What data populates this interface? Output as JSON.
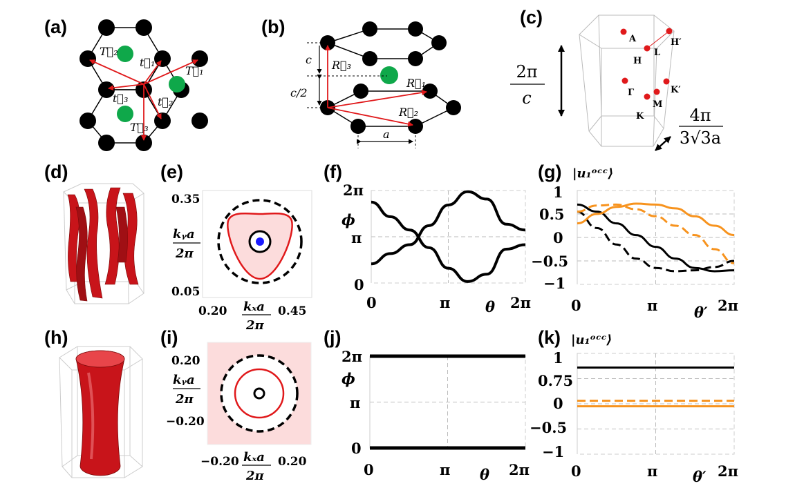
{
  "panel_labels": {
    "a": "(a)",
    "b": "(b)",
    "c": "(c)",
    "d": "(d)",
    "e": "(e)",
    "f": "(f)",
    "g": "(g)",
    "h": "(h)",
    "i": "(i)",
    "j": "(j)",
    "k": "(k)"
  },
  "panel_a": {
    "vectors": [
      "T⃗₂",
      "t⃗₁",
      "T⃗₁",
      "t⃗₃",
      "t⃗₂",
      "T⃗₃"
    ]
  },
  "panel_b": {
    "vectors": [
      "R⃗₃",
      "R⃗₁",
      "R⃗₂"
    ],
    "dim_c": "c",
    "dim_c_half": "c/2",
    "dim_a": "a"
  },
  "panel_c": {
    "points": [
      "A",
      "H′",
      "L",
      "H",
      "Γ",
      "K′",
      "M",
      "K"
    ],
    "height_num": "2π",
    "height_den": "c",
    "width_num": "4π",
    "width_den": "3√3a"
  },
  "panel_e": {
    "ytick_top": "0.35",
    "ytick_bottom": "0.05",
    "xtick_left": "0.20",
    "xtick_right": "0.45",
    "ylabel_num": "kᵧa",
    "ylabel_den": "2π",
    "xlabel_num": "kₓa",
    "xlabel_den": "2π"
  },
  "panel_i": {
    "ytick_top": "0.20",
    "ytick_bottom": "−0.20",
    "xtick_left": "−0.20",
    "xtick_right": "0.20",
    "ylabel_num": "kᵧa",
    "ylabel_den": "2π",
    "xlabel_num": "kₓa",
    "xlabel_den": "2π"
  },
  "panel_f": {
    "yticks": [
      "2π",
      "π",
      "0"
    ],
    "xticks": [
      "0",
      "π",
      "2π"
    ],
    "ylabel": "ϕ",
    "xlabel": "θ"
  },
  "panel_j": {
    "yticks": [
      "2π",
      "π",
      "0"
    ],
    "xticks": [
      "0",
      "π",
      "2π"
    ],
    "ylabel": "ϕ",
    "xlabel": "θ"
  },
  "panel_g": {
    "title": "|u₁ᵒᶜᶜ⟩",
    "yticks": [
      "1",
      "0.5",
      "0",
      "−0.5",
      "−1"
    ],
    "xticks": [
      "0",
      "π",
      "2π"
    ],
    "xlabel": "θ′"
  },
  "panel_k": {
    "title": "|u₁ᵒᶜᶜ⟩",
    "yticks": [
      "1",
      "0.75",
      "0",
      "−0.5",
      "−1"
    ],
    "xticks": [
      "0",
      "π",
      "2π"
    ],
    "xlabel": "θ′"
  },
  "colors": {
    "black": "#000000",
    "red": "#e0191b",
    "green": "#0fa84a",
    "orange": "#f7931e",
    "blue": "#1a1aff",
    "pink": "#fcdcdc",
    "darkred": "#b01010"
  },
  "chart_data": [
    {
      "type": "line",
      "panel": "f",
      "xlim": [
        0,
        6.283
      ],
      "ylim": [
        0,
        6.283
      ],
      "x": [
        0,
        0.785,
        1.571,
        2.356,
        3.142,
        3.927,
        4.712,
        5.498,
        6.283
      ],
      "series": [
        {
          "values": [
            5.5,
            4.5,
            3.6,
            2.4,
            1.0,
            0.1,
            0.6,
            2.3,
            2.6
          ]
        },
        {
          "values": [
            1.3,
            2.0,
            2.6,
            3.9,
            5.3,
            6.2,
            5.7,
            4.0,
            3.6
          ]
        }
      ]
    },
    {
      "type": "line",
      "panel": "g",
      "xlim": [
        0,
        6.283
      ],
      "ylim": [
        -1,
        1
      ],
      "x": [
        0,
        0.785,
        1.571,
        2.356,
        3.142,
        3.927,
        4.712,
        5.498,
        6.283
      ],
      "series": [
        {
          "values": [
            0.7,
            0.55,
            0.3,
            0.05,
            -0.2,
            -0.45,
            -0.65,
            -0.72,
            -0.7
          ]
        },
        {
          "values": [
            0.55,
            0.2,
            -0.15,
            -0.45,
            -0.65,
            -0.72,
            -0.7,
            -0.63,
            -0.5
          ]
        },
        {
          "values": [
            0.55,
            0.68,
            0.7,
            0.6,
            0.45,
            0.25,
            0.05,
            -0.25,
            -0.55
          ]
        },
        {
          "values": [
            0.3,
            0.5,
            0.65,
            0.72,
            0.7,
            0.62,
            0.45,
            0.25,
            0.05
          ]
        }
      ]
    },
    {
      "type": "line",
      "panel": "j",
      "xlim": [
        0,
        6.283
      ],
      "ylim": [
        0,
        6.283
      ],
      "x": [
        0,
        6.283
      ],
      "series": [
        {
          "values": [
            6.283,
            6.283
          ]
        },
        {
          "values": [
            0,
            0
          ]
        }
      ]
    },
    {
      "type": "line",
      "panel": "k",
      "xlim": [
        0,
        6.283
      ],
      "ylim": [
        -1,
        1
      ],
      "x": [
        0,
        6.283
      ],
      "series": [
        {
          "values": [
            0.72,
            0.72
          ]
        },
        {
          "values": [
            0.06,
            0.06
          ]
        },
        {
          "values": [
            -0.05,
            -0.05
          ]
        }
      ]
    }
  ]
}
